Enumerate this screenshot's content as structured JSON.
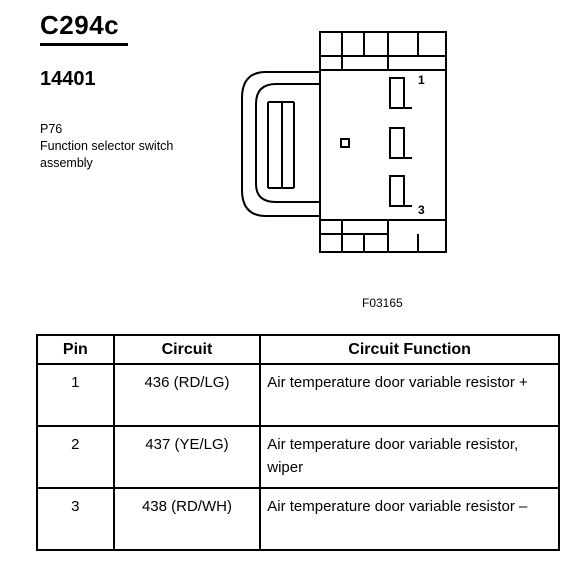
{
  "connector": {
    "id": "C294c",
    "part_number": "14401",
    "designator": "P76",
    "description": "Function selector switch assembly",
    "figure_code": "F03165",
    "pin_labels": [
      "1",
      "3"
    ]
  },
  "table": {
    "headers": [
      "Pin",
      "Circuit",
      "Circuit Function"
    ],
    "rows": [
      {
        "pin": "1",
        "circuit": "436 (RD/LG)",
        "function": "Air temperature door variable resistor +"
      },
      {
        "pin": "2",
        "circuit": "437 (YE/LG)",
        "function": "Air temperature door variable resistor, wiper"
      },
      {
        "pin": "3",
        "circuit": "438 (RD/WH)",
        "function": "Air temperature door variable resistor –"
      }
    ]
  }
}
